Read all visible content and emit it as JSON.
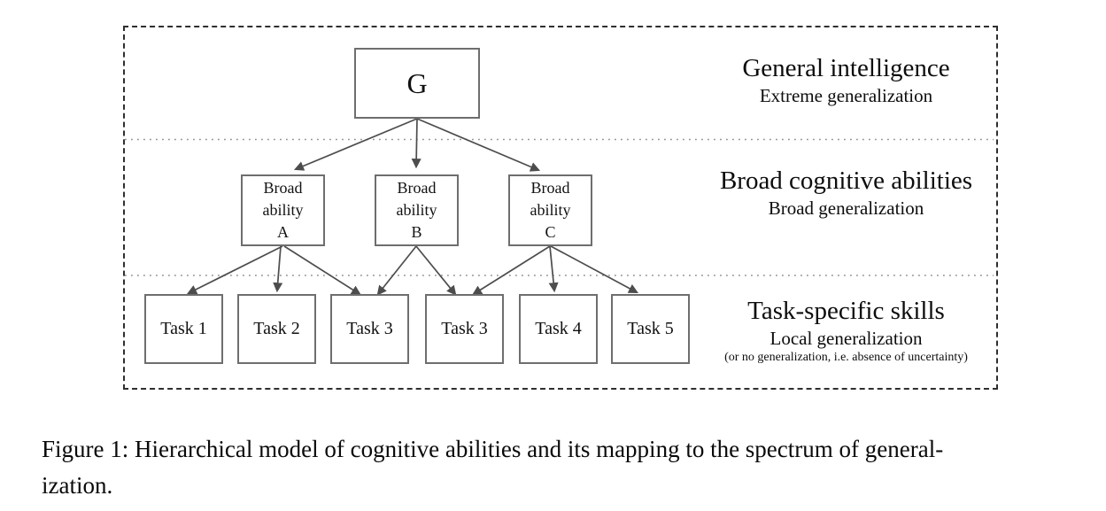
{
  "figure": {
    "root": {
      "id": "G",
      "label": "G"
    },
    "broad": [
      {
        "id": "A",
        "lines": {
          "0": "Broad",
          "1": "ability",
          "2": "A"
        }
      },
      {
        "id": "B",
        "lines": {
          "0": "Broad",
          "1": "ability",
          "2": "B"
        }
      },
      {
        "id": "C",
        "lines": {
          "0": "Broad",
          "1": "ability",
          "2": "C"
        }
      }
    ],
    "tasks": [
      {
        "id": "T1",
        "label": "Task 1"
      },
      {
        "id": "T2",
        "label": "Task 2"
      },
      {
        "id": "T3a",
        "label": "Task 3"
      },
      {
        "id": "T3b",
        "label": "Task 3"
      },
      {
        "id": "T4",
        "label": "Task 4"
      },
      {
        "id": "T5",
        "label": "Task 5"
      }
    ],
    "edges": [
      {
        "from": "G",
        "to": "A"
      },
      {
        "from": "G",
        "to": "B"
      },
      {
        "from": "G",
        "to": "C"
      },
      {
        "from": "A",
        "to": "T1"
      },
      {
        "from": "A",
        "to": "T2"
      },
      {
        "from": "A",
        "to": "T3a"
      },
      {
        "from": "B",
        "to": "T3a"
      },
      {
        "from": "B",
        "to": "T3b"
      },
      {
        "from": "C",
        "to": "T3b"
      },
      {
        "from": "C",
        "to": "T4"
      },
      {
        "from": "C",
        "to": "T5"
      }
    ],
    "levels": [
      {
        "title": "General intelligence",
        "subtitle": "Extreme generalization"
      },
      {
        "title": "Broad cognitive abilities",
        "subtitle": "Broad generalization"
      },
      {
        "title": "Task-specific skills",
        "subtitle": "Local generalization",
        "note": "(or no generalization, i.e. absence of uncertainty)"
      }
    ],
    "colors": {
      "box_border": "#6e6e6e",
      "arrow": "#4d4d4d",
      "dotted_divider": "#8f8f8f",
      "outer_dashed_border": "#2f2f2f",
      "text": "#111111",
      "background": "#ffffff"
    }
  },
  "caption": {
    "line1": "Figure 1: Hierarchical model of cognitive abilities and its mapping to the spectrum of general-",
    "line2": "ization."
  }
}
